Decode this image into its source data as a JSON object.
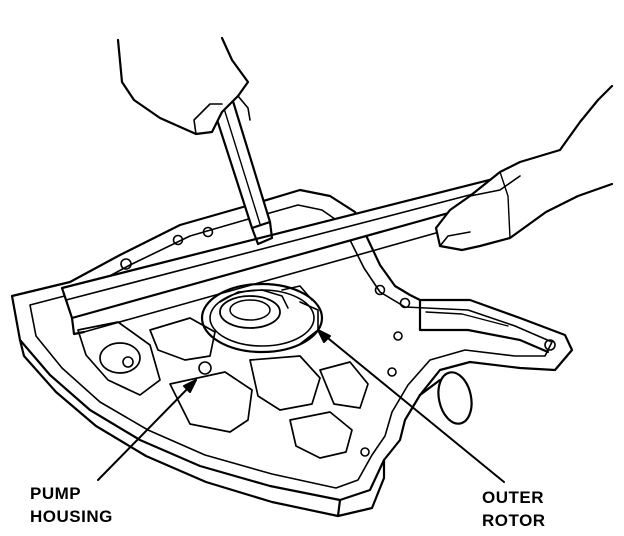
{
  "callouts": {
    "pump_housing": {
      "line1": "PUMP",
      "line2": "HOUSING"
    },
    "outer_rotor": {
      "line1": "OUTER",
      "line2": "ROTOR"
    }
  },
  "colors": {
    "ink": "#000000",
    "paper": "#ffffff"
  }
}
